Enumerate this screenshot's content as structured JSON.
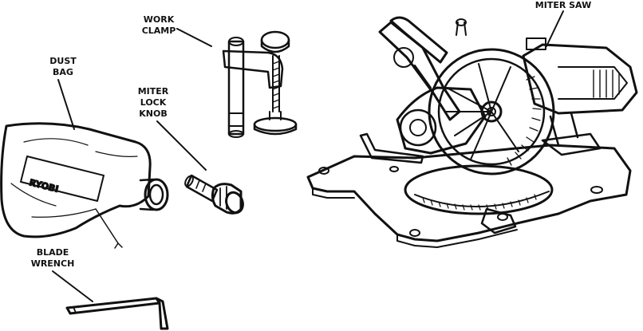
{
  "parts": {
    "dust_bag": {
      "line1": "DUST",
      "line2": "BAG",
      "brand": "RYOBI"
    },
    "work_clamp": {
      "line1": "WORK",
      "line2": "CLAMP"
    },
    "miter_lock_knob": {
      "line1": "MITER",
      "line2": "LOCK",
      "line3": "KNOB"
    },
    "miter_saw": {
      "line1": "MITER SAW"
    },
    "blade_wrench": {
      "line1": "BLADE",
      "line2": "WRENCH"
    }
  }
}
